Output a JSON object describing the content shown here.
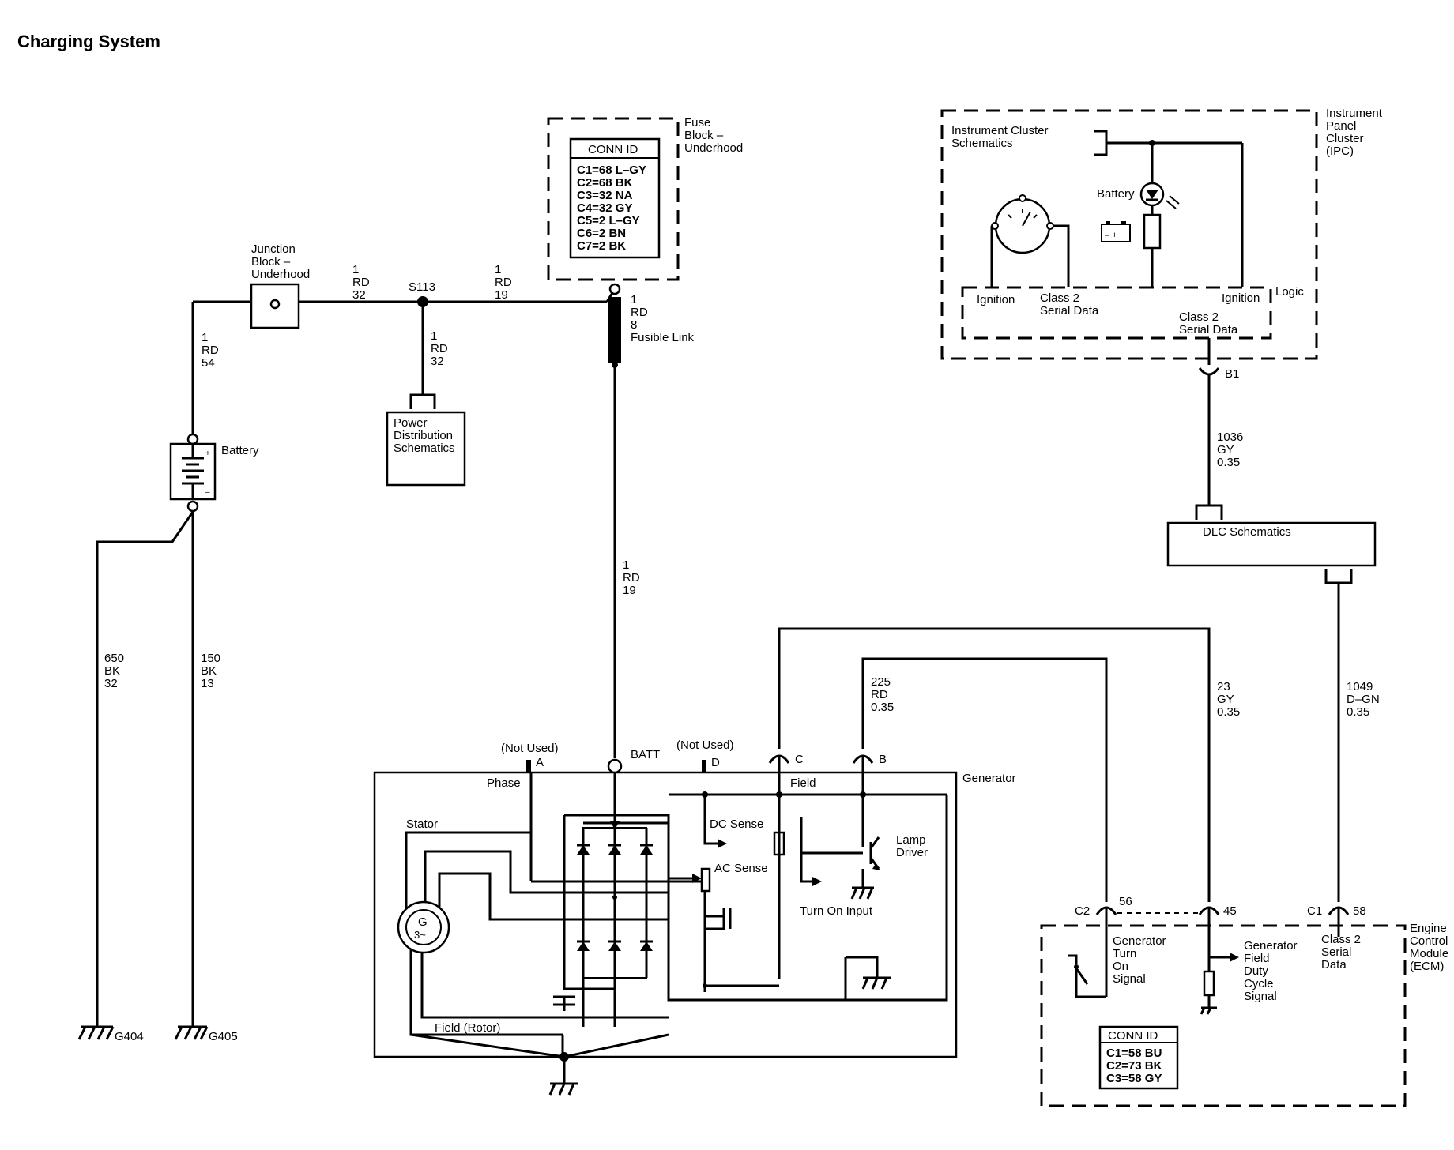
{
  "title": "Charging System",
  "junction_block": {
    "label": [
      "Junction",
      "Block –",
      "Underhood"
    ]
  },
  "splice": {
    "label": "S113"
  },
  "fuse_block": {
    "label": [
      "Fuse",
      "Block –",
      "Underhood"
    ],
    "conn_header": "CONN ID",
    "conn_ids": [
      "C1=68 L–GY",
      "C2=68 BK",
      "C3=32 NA",
      "C4=32 GY",
      "C5=2 L–GY",
      "C6=2 BN",
      "C7=2 BK"
    ]
  },
  "fusible_link": {
    "label": [
      "1",
      "RD",
      "8",
      "Fusible Link"
    ]
  },
  "wires": {
    "jb_to_s113": [
      "1",
      "RD",
      "32"
    ],
    "s113_to_fuse": [
      "1",
      "RD",
      "19"
    ],
    "jb_to_battery": [
      "1",
      "RD",
      "54"
    ],
    "s113_to_pd": [
      "1",
      "RD",
      "32"
    ],
    "batt_feed": [
      "1",
      "RD",
      "19"
    ],
    "g404": [
      "650",
      "BK",
      "32"
    ],
    "g405": [
      "150",
      "BK",
      "13"
    ],
    "w225": [
      "225",
      "RD",
      "0.35"
    ],
    "w23": [
      "23",
      "GY",
      "0.35"
    ],
    "w1036": [
      "1036",
      "GY",
      "0.35"
    ],
    "w1049": [
      "1049",
      "D–GN",
      "0.35"
    ]
  },
  "battery": {
    "label": "Battery"
  },
  "power_distribution": {
    "label": [
      "Power",
      "Distribution",
      "Schematics"
    ]
  },
  "grounds": {
    "g404": "G404",
    "g405": "G405"
  },
  "ipc": {
    "label": [
      "Instrument",
      "Panel",
      "Cluster",
      "(IPC)"
    ],
    "schematics_ref": [
      "Instrument Cluster",
      "Schematics"
    ],
    "battery_lamp": "Battery",
    "logic": "Logic",
    "ignition_left": "Ignition",
    "class2_left": [
      "Class 2",
      "Serial Data"
    ],
    "ignition_right": "Ignition",
    "class2_right": [
      "Class 2",
      "Serial Data"
    ],
    "connector": "B1"
  },
  "dlc": {
    "label": "DLC Schematics"
  },
  "generator": {
    "label": "Generator",
    "not_used_a": "(Not Used)",
    "pin_a": "A",
    "phase": "Phase",
    "batt": "BATT",
    "not_used_d": "(Not Used)",
    "pin_d": "D",
    "pin_c": "C",
    "field": "Field",
    "pin_b": "B",
    "stator": "Stator",
    "dc_sense": "DC Sense",
    "ac_sense": "AC Sense",
    "lamp_driver": [
      "Lamp",
      "Driver"
    ],
    "turn_on_input": "Turn On Input",
    "field_rotor": "Field (Rotor)",
    "g_symbol": "G",
    "g_sub": "3~"
  },
  "ecm": {
    "label": [
      "Engine",
      "Control",
      "Module",
      "(ECM)"
    ],
    "c2": "C2",
    "pin56": "56",
    "pin45": "45",
    "c1": "C1",
    "pin58": "58",
    "turn_on_signal": [
      "Generator",
      "Turn",
      "On",
      "Signal"
    ],
    "field_duty": [
      "Generator",
      "Field",
      "Duty",
      "Cycle",
      "Signal"
    ],
    "class2": [
      "Class 2",
      "Serial",
      "Data"
    ],
    "conn_header": "CONN ID",
    "conn_ids": [
      "C1=58 BU",
      "C2=73 BK",
      "C3=58 GY"
    ]
  }
}
